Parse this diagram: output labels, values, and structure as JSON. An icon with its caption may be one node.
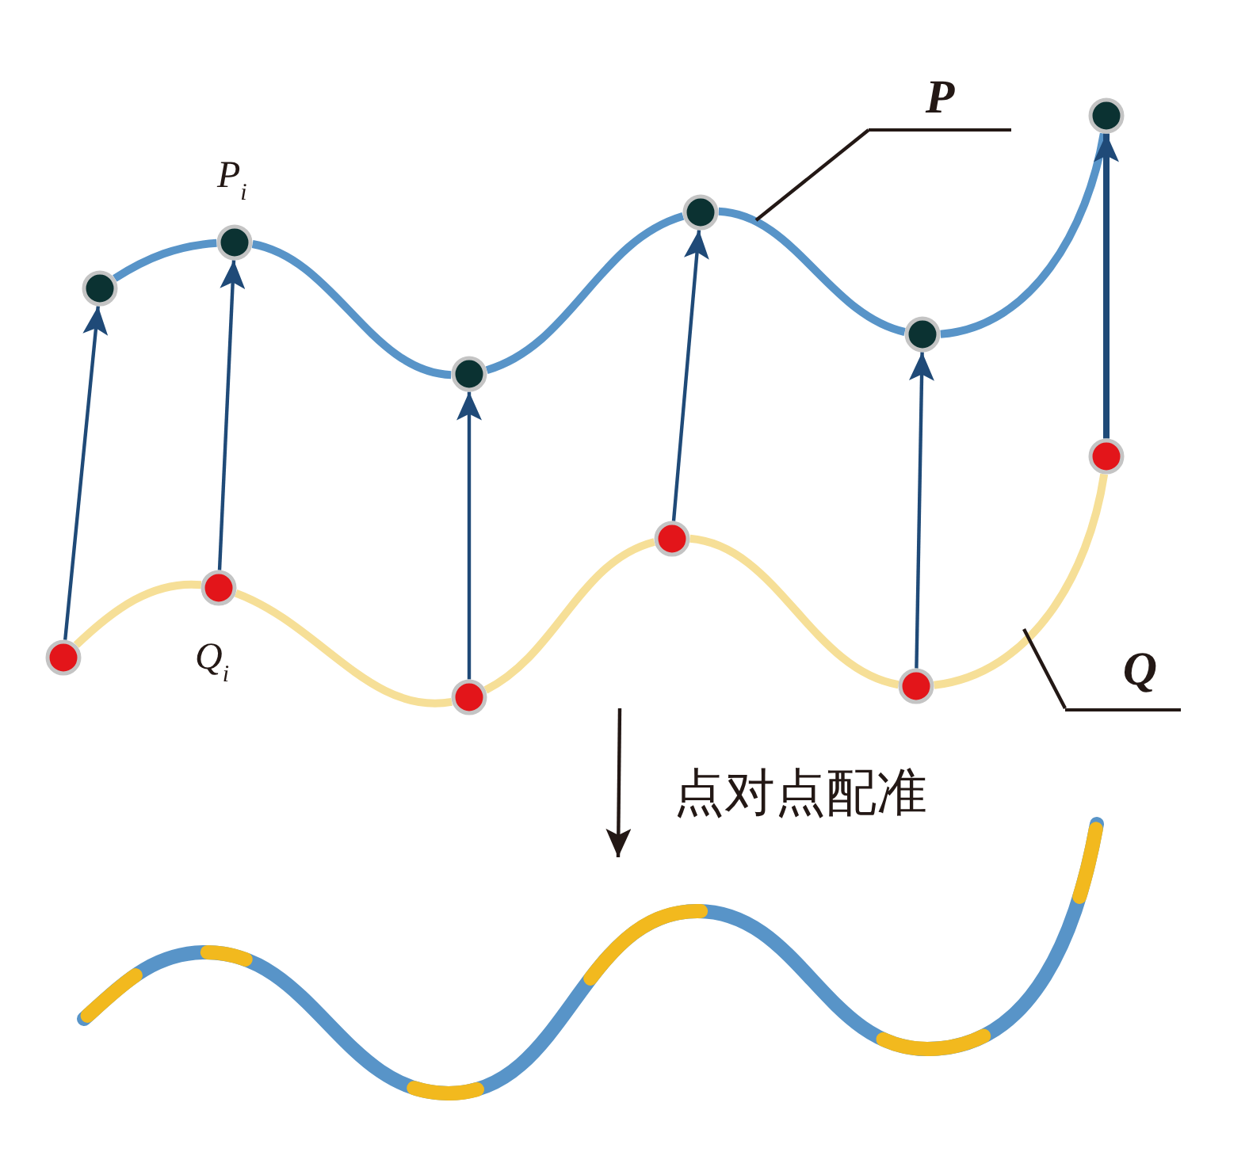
{
  "diagram": {
    "nodes": [
      {
        "text": [],
        "shape": "circle"
      },
      {
        "text": [],
        "shape": "circle",
        "beside": [
          "P$_{i}$"
        ]
      },
      {
        "text": [],
        "shape": "circle"
      },
      {
        "text": [],
        "shape": "circle"
      },
      {
        "text": [],
        "shape": "circle"
      },
      {
        "text": [],
        "shape": "circle"
      },
      {
        "text": [],
        "shape": "circle"
      },
      {
        "text": [],
        "shape": "circle",
        "beside": [
          "Q$_{i}$"
        ]
      },
      {
        "text": [],
        "shape": "circle"
      },
      {
        "text": [],
        "shape": "circle"
      },
      {
        "text": [],
        "shape": "circle"
      },
      {
        "text": [],
        "shape": "circle"
      },
      {
        "text": [
          "P"
        ]
      },
      {
        "text": [
          "Q"
        ]
      },
      {
        "text": [],
        "shape": "curve"
      }
    ],
    "edges": [
      {
        "from": 6,
        "to": 0,
        "arrow": "to"
      },
      {
        "from": 7,
        "to": 1,
        "arrow": "to"
      },
      {
        "from": 8,
        "to": 2,
        "arrow": "to"
      },
      {
        "from": 9,
        "to": 3,
        "arrow": "to"
      },
      {
        "from": 10,
        "to": 4,
        "arrow": "to"
      },
      {
        "from": 11,
        "to": 5,
        "arrow": "to"
      },
      {
        "from": 0,
        "to": 1,
        "arrow": "none",
        "color": "#5894c8"
      },
      {
        "from": 1,
        "to": 2,
        "arrow": "none",
        "color": "#5894c8"
      },
      {
        "from": 2,
        "to": 3,
        "arrow": "none",
        "color": "#5894c8"
      },
      {
        "from": 3,
        "to": 4,
        "arrow": "none",
        "color": "#5894c8"
      },
      {
        "from": 4,
        "to": 5,
        "arrow": "none",
        "color": "#5894c8"
      },
      {
        "from": 6,
        "to": 7,
        "arrow": "none",
        "color": "#f6df97"
      },
      {
        "from": 7,
        "to": 8,
        "arrow": "none",
        "color": "#f6df97"
      },
      {
        "from": 8,
        "to": 9,
        "arrow": "none",
        "color": "#f6df97"
      },
      {
        "from": 9,
        "to": 10,
        "arrow": "none",
        "color": "#f6df97"
      },
      {
        "from": 10,
        "to": 11,
        "arrow": "none",
        "color": "#f6df97"
      },
      {
        "from": 12,
        "to": null,
        "arrow": "none",
        "color": "#231815"
      },
      {
        "from": 13,
        "to": null,
        "arrow": "none",
        "color": "#231815"
      },
      {
        "from": null,
        "to": 14,
        "arrow": "to",
        "label": "点对点配准",
        "color": "#231815"
      }
    ]
  }
}
